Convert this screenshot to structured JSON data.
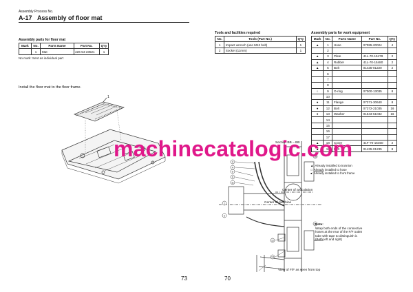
{
  "header": {
    "process_label": "Assembly Process No.",
    "code": "A-17",
    "title": "Assembly of floor mat"
  },
  "floor_mat_parts": {
    "caption": "Assembly parts for floor mat",
    "headers": [
      "Mark",
      "No.",
      "Parts Name",
      "Part No.",
      "Q'ty"
    ],
    "rows": [
      {
        "mark": "",
        "no": "1",
        "name": "Mat",
        "part_no": "426-54-23521",
        "qty": "1"
      }
    ],
    "note": "No mark: Sent as individual part"
  },
  "instruction": "Install the floor mat to the floor frame.",
  "tools": {
    "caption": "Tools and facilities required",
    "headers": [
      "No.",
      "Tools (Part No.)",
      "Q'ty"
    ],
    "rows": [
      {
        "no": "1",
        "name": "Impact wrench (use M12 bolt)",
        "qty": "1"
      },
      {
        "no": "2",
        "name": "Socket (11mm)",
        "qty": "1"
      }
    ]
  },
  "work_equipment_parts": {
    "caption": "Assembly parts for work equipment",
    "headers": [
      "Mark",
      "No.",
      "Parts Name",
      "Part No.",
      "Q'ty"
    ],
    "rows": [
      {
        "mark": "▲",
        "no": "1",
        "name": "Hose",
        "part_no": "07085-20024",
        "qty": "4"
      },
      {
        "mark": "",
        "no": "2",
        "name": "",
        "part_no": "",
        "qty": ""
      },
      {
        "mark": "▲",
        "no": "3",
        "name": "Plate",
        "part_no": "41L-70-15478",
        "qty": "2"
      },
      {
        "mark": "▲",
        "no": "4",
        "name": "Rubber",
        "part_no": "41L-70-15480",
        "qty": "2"
      },
      {
        "mark": "▲",
        "no": "5",
        "name": "Bolt",
        "part_no": "01435-01220",
        "qty": "2"
      },
      {
        "mark": "",
        "no": "6",
        "name": "",
        "part_no": "",
        "qty": ""
      },
      {
        "mark": "",
        "no": "7",
        "name": "",
        "part_no": "",
        "qty": ""
      },
      {
        "mark": "",
        "no": "8",
        "name": "",
        "part_no": "",
        "qty": ""
      },
      {
        "mark": "○",
        "no": "9",
        "name": "O-ring",
        "part_no": "07000-13035",
        "qty": "8"
      },
      {
        "mark": "",
        "no": "10",
        "name": "",
        "part_no": "",
        "qty": ""
      },
      {
        "mark": "●",
        "no": "11",
        "name": "Flange",
        "part_no": "07371-30640",
        "qty": "8"
      },
      {
        "mark": "●",
        "no": "12",
        "name": "Bolt",
        "part_no": "07372-21035",
        "qty": "16"
      },
      {
        "mark": "●",
        "no": "13",
        "name": "Washer",
        "part_no": "01643-51032",
        "qty": "16"
      },
      {
        "mark": "",
        "no": "14",
        "name": "",
        "part_no": "",
        "qty": ""
      },
      {
        "mark": "",
        "no": "15",
        "name": "",
        "part_no": "",
        "qty": ""
      },
      {
        "mark": "",
        "no": "16",
        "name": "",
        "part_no": "",
        "qty": ""
      },
      {
        "mark": "",
        "no": "17",
        "name": "",
        "part_no": "",
        "qty": ""
      },
      {
        "mark": "▲",
        "no": "18",
        "name": "Cover",
        "part_no": "41F-70-15450",
        "qty": "2"
      },
      {
        "mark": "▲",
        "no": "19",
        "name": "Bolt",
        "part_no": "01435-01235",
        "qty": "8"
      }
    ],
    "legend": [
      "▲: Already installed to trunnion",
      "○: Already installed to hose",
      "●: Already installed to front frame"
    ]
  },
  "diagram_labels": {
    "section": "Section BB – BB",
    "center_articulation": "Center of articulation",
    "center_machine": "Center of machine",
    "view": "View of F/F as seen from top",
    "note_title": "Note:",
    "note_lines": [
      "Wrap both ends of the connective",
      "hoses at the rear of the F/F outlet",
      "tube with tape to distinguish it.",
      "(Both left and right)"
    ],
    "callouts": [
      "1",
      "2",
      "3",
      "4",
      "5",
      "9",
      "11",
      "12",
      "13",
      "18",
      "19"
    ]
  },
  "watermark": "machinecatalogic.com",
  "page_numbers": {
    "left": "73",
    "right": "70"
  }
}
